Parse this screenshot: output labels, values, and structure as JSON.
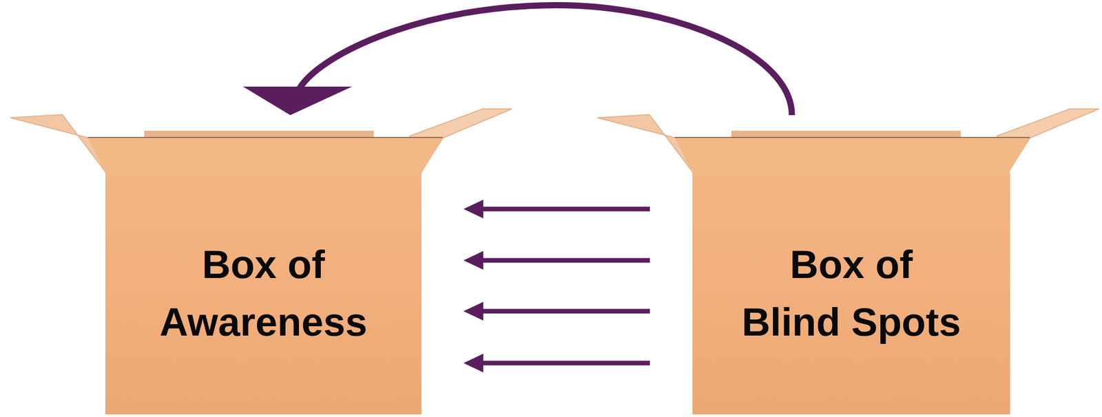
{
  "diagram": {
    "nodes": [
      {
        "text": [
          "Box of Awareness"
        ]
      },
      {
        "text": [
          "Box of Blind Spots"
        ]
      }
    ],
    "edges": [
      {
        "from": 1,
        "to": 0,
        "arrow": "to"
      },
      {
        "from": 1,
        "to": 0,
        "arrow": "to"
      },
      {
        "from": 1,
        "to": 0,
        "arrow": "to"
      },
      {
        "from": 1,
        "to": 0,
        "arrow": "to"
      },
      {
        "from": 1,
        "to": 0,
        "arrow": "to"
      }
    ]
  }
}
